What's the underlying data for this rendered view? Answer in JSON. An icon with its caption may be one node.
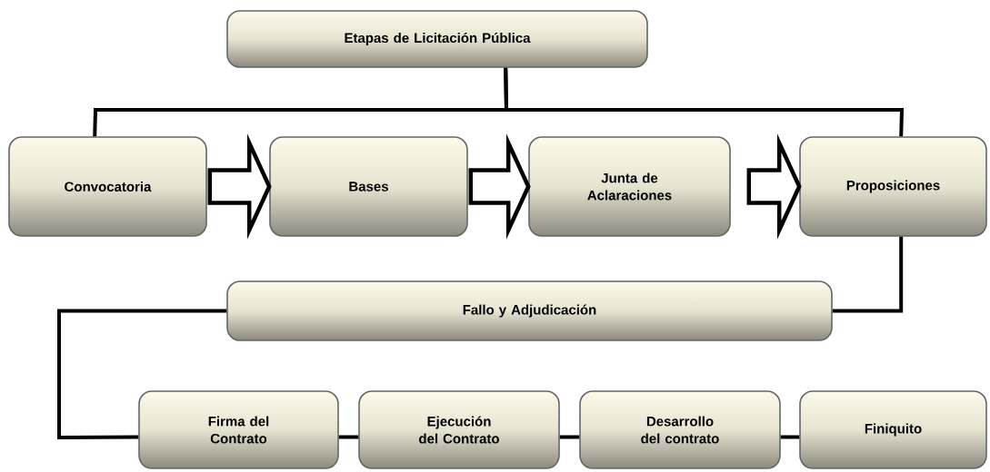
{
  "diagram": {
    "nodes": [
      {
        "text": [
          "Etapas de Licitación  Pública"
        ]
      },
      {
        "text": [
          "Convocatoria"
        ]
      },
      {
        "text": [
          "Bases"
        ]
      },
      {
        "text": [
          "Junta de Aclaraciones"
        ]
      },
      {
        "text": [
          "Proposiciones"
        ]
      },
      {
        "text": [
          "Fallo y Adjudicación"
        ]
      },
      {
        "text": [
          "Firma del Contrato"
        ]
      },
      {
        "text": [
          "Ejecución del Contrato"
        ]
      },
      {
        "text": [
          "Desarrollo del contrato"
        ]
      },
      {
        "text": [
          "Finiquito"
        ]
      }
    ],
    "edges": [
      {
        "from": 0,
        "to": 1,
        "arrow": "none"
      },
      {
        "from": 0,
        "to": 4,
        "arrow": "none"
      },
      {
        "from": 1,
        "to": 2,
        "arrow": "to"
      },
      {
        "from": 2,
        "to": 3,
        "arrow": "to"
      },
      {
        "from": 3,
        "to": 4,
        "arrow": "to"
      },
      {
        "from": 4,
        "to": 5,
        "arrow": "none"
      },
      {
        "from": 5,
        "to": 6,
        "arrow": "none"
      },
      {
        "from": 6,
        "to": 7,
        "arrow": "none"
      },
      {
        "from": 7,
        "to": 8,
        "arrow": "none"
      },
      {
        "from": 8,
        "to": 9,
        "arrow": "none"
      }
    ]
  }
}
